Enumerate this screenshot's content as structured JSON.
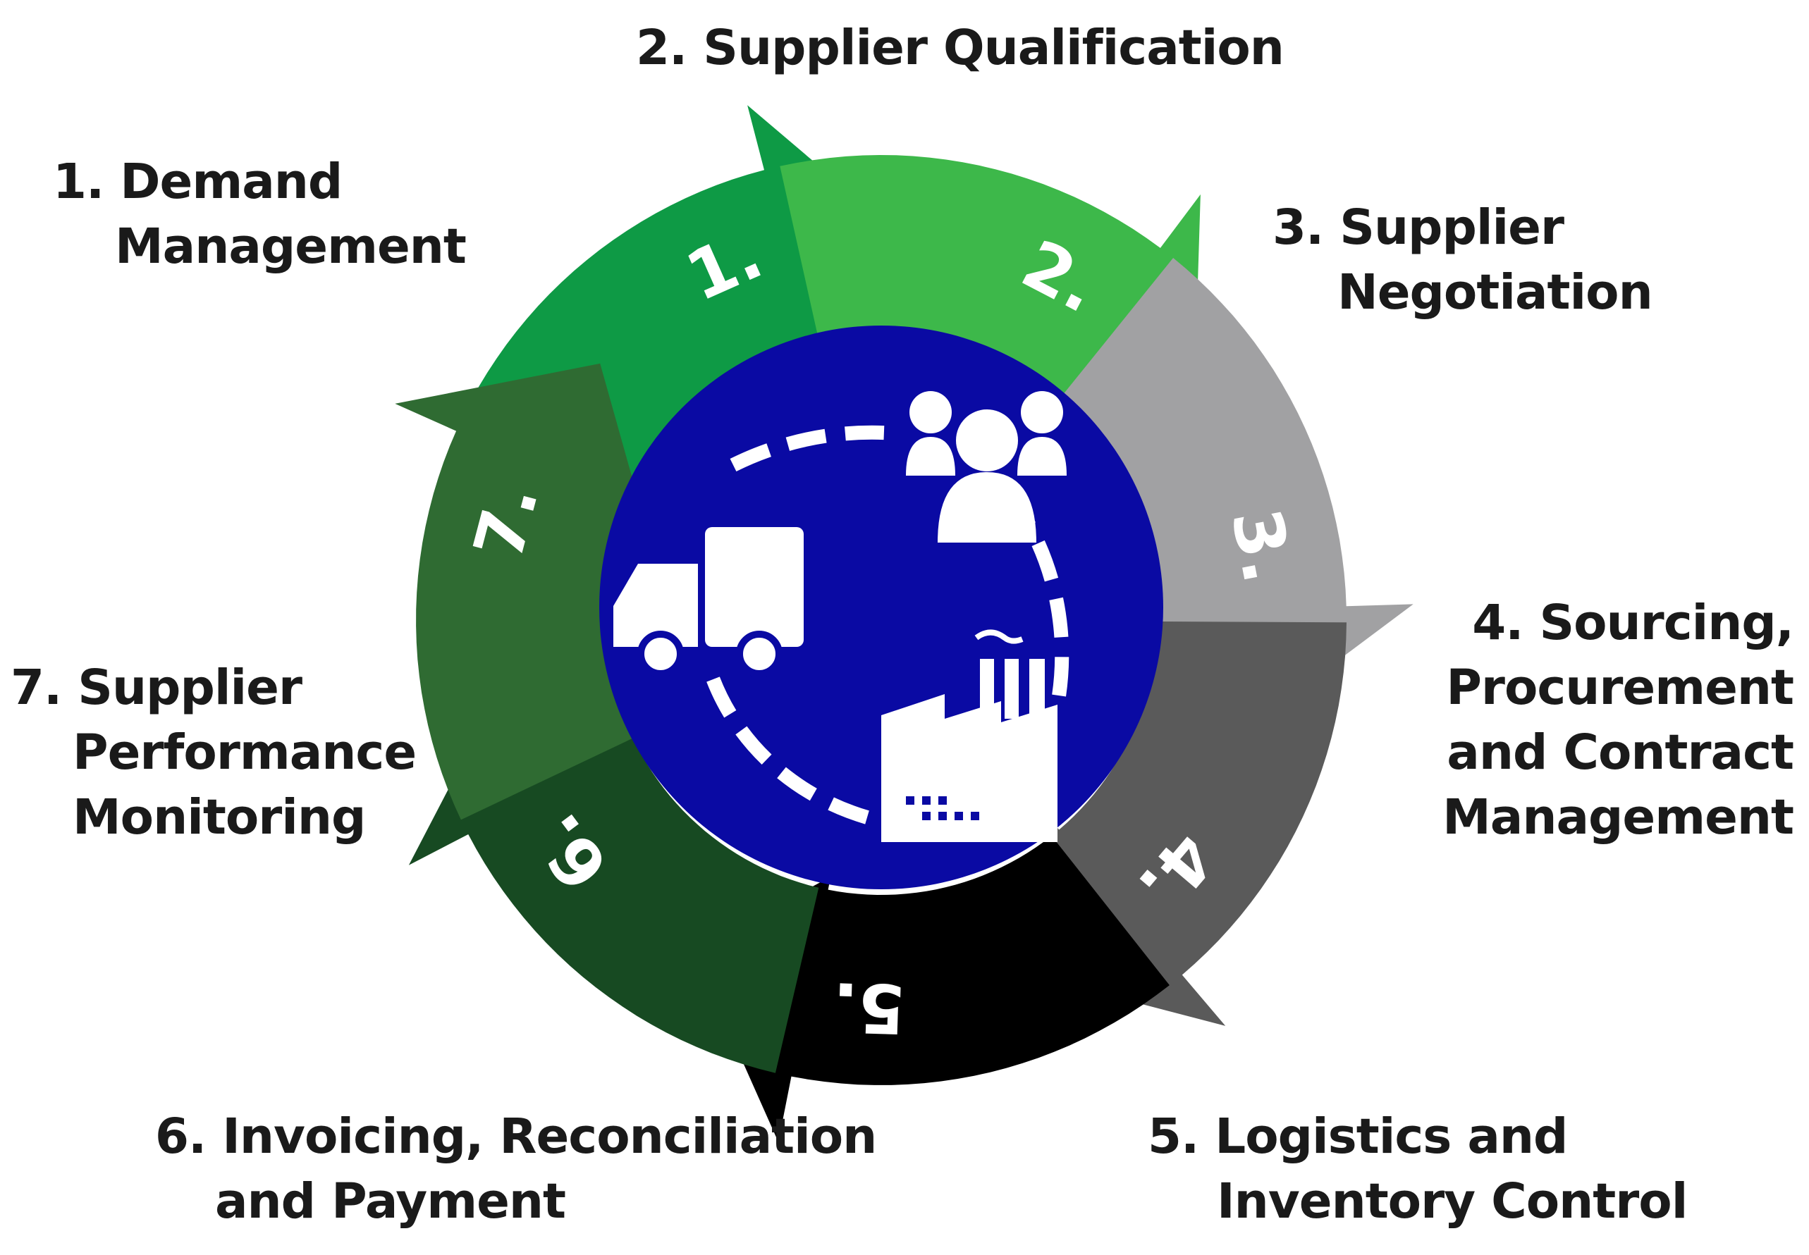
{
  "stages": [
    {
      "number": "1.",
      "title_lines": [
        "1. Demand",
        "Management"
      ],
      "color": "#0e9a45"
    },
    {
      "number": "2.",
      "title_lines": [
        "2. Supplier Qualification"
      ],
      "color": "#3db84a"
    },
    {
      "number": "3.",
      "title_lines": [
        "3. Supplier",
        "Negotiation"
      ],
      "color": "#a1a1a3"
    },
    {
      "number": "4.",
      "title_lines": [
        "4. Sourcing,",
        "Procurement",
        "and Contract",
        "Management"
      ],
      "color": "#5a5a5a"
    },
    {
      "number": "5.",
      "title_lines": [
        "5. Logistics and",
        "Inventory Control"
      ],
      "color": "#000000"
    },
    {
      "number": "6.",
      "title_lines": [
        "6. Invoicing, Reconciliation",
        "and Payment"
      ],
      "color": "#174a22"
    },
    {
      "number": "7.",
      "title_lines": [
        "7. Supplier",
        "Performance",
        "Monitoring"
      ],
      "color": "#2f6b32"
    }
  ],
  "center": {
    "color": "#0a0aa3",
    "icons": [
      "people-icon",
      "truck-icon",
      "factory-icon"
    ]
  }
}
